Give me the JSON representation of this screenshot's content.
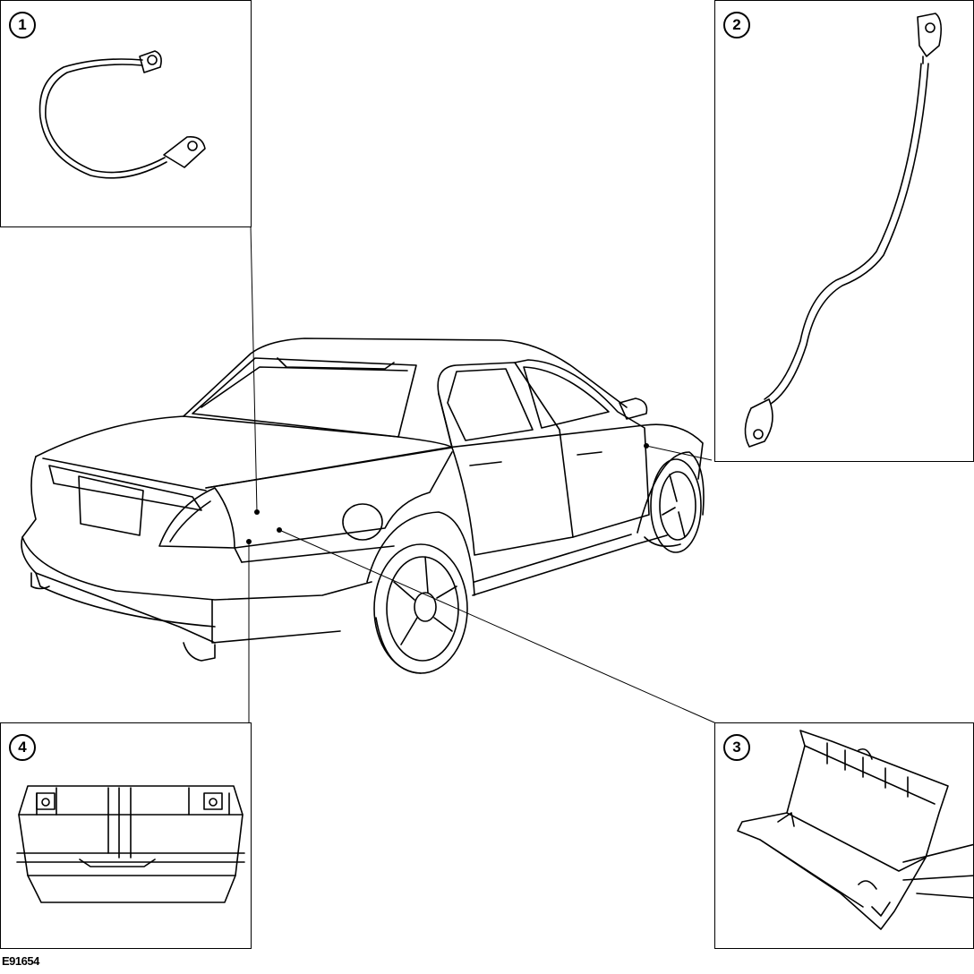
{
  "callouts": [
    {
      "number": "1",
      "part": "cable"
    },
    {
      "number": "2",
      "part": "cable"
    },
    {
      "number": "3",
      "part": "battery-tray"
    },
    {
      "number": "4",
      "part": "battery"
    }
  ],
  "reference": "E91654",
  "colors": {
    "line": "#000000",
    "background": "#ffffff"
  }
}
